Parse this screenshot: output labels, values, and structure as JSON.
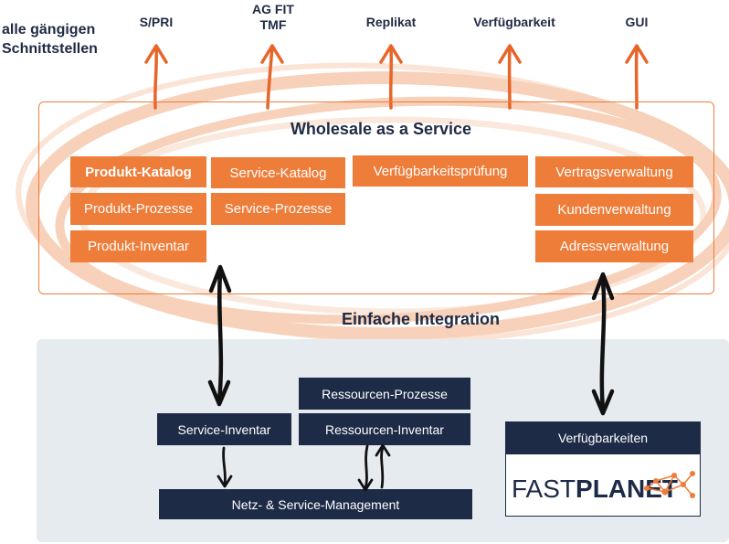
{
  "top_left_label": [
    "alle gängigen",
    "Schnittstellen"
  ],
  "interfaces": [
    [
      "S/PRI"
    ],
    [
      "AG FIT",
      "TMF"
    ],
    [
      "Replikat"
    ],
    [
      "Verfügbarkeit"
    ],
    [
      "GUI"
    ]
  ],
  "wholesale": {
    "title": "Wholesale as a Service",
    "produkt": [
      "Produkt-Katalog",
      "Produkt-Prozesse",
      "Produkt-Inventar"
    ],
    "service": [
      "Service-Katalog",
      "Service-Prozesse"
    ],
    "verfuegbarkeit": "Verfügbarkeitsprüfung",
    "vertrag": [
      "Vertragsverwaltung",
      "Kundenverwaltung",
      "Adressverwaltung"
    ]
  },
  "integration_label": "Einfache Integration",
  "backend": {
    "service_inventar": "Service-Inventar",
    "ressourcen_prozesse": "Ressourcen-Prozesse",
    "ressourcen_inventar": "Ressourcen-Inventar",
    "netz_management": "Netz- & Service-Management",
    "verfuegbarkeiten": "Verfügbarkeiten",
    "logo_light": "FAST",
    "logo_heavy": "PLANET"
  },
  "colors": {
    "orange": "#ee7d3a",
    "navy": "#1d2b47",
    "panel_grey": "#e6ebef",
    "swirl": "#f4c3a7"
  }
}
